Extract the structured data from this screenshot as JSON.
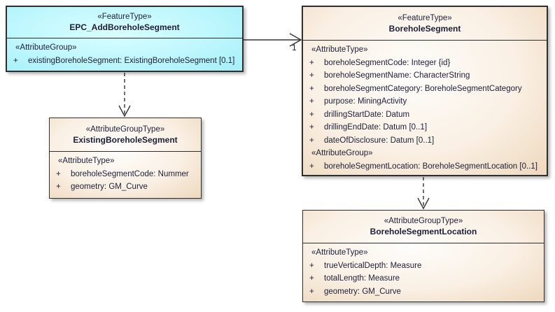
{
  "diagram": {
    "kind": "uml-class-diagram",
    "colors": {
      "feature_fill": "#a4eff8",
      "group_fill": "#eed8bd",
      "border": "#2e2e2e",
      "text": "#1e1e38",
      "background": "#ffffff"
    }
  },
  "boxes": [
    {
      "stereotype": "«FeatureType»",
      "name": "EPC_AddBoreholeSegment",
      "sections": [
        {
          "heading": "«AttributeGroup»",
          "rows": [
            {
              "vis": "+",
              "text": "existingBoreholeSegment: ExistingBoreholeSegment [0.1]"
            }
          ]
        }
      ]
    },
    {
      "stereotype": "«FeatureType»",
      "name": "BoreholeSegment",
      "sections": [
        {
          "heading": "«AttributeType»",
          "rows": [
            {
              "vis": "+",
              "text": "boreholeSegmentCode: Integer {id}"
            },
            {
              "vis": "+",
              "text": "boreholeSegmentName: CharacterString"
            },
            {
              "vis": "+",
              "text": "boreholeSegmentCategory: BoreholeSegmentCategory"
            },
            {
              "vis": "+",
              "text": "purpose: MiningActivity"
            },
            {
              "vis": "+",
              "text": "drillingStartDate: Datum"
            },
            {
              "vis": "+",
              "text": "drillingEndDate: Datum [0..1]"
            },
            {
              "vis": "+",
              "text": "dateOfDisclosure: Datum [0..1]"
            }
          ]
        },
        {
          "heading": "«AttributeGroup»",
          "rows": [
            {
              "vis": "+",
              "text": "boreholeSegmentLocation: BoreholeSegmentLocation [0..1]"
            }
          ]
        }
      ]
    },
    {
      "stereotype": "«AttributeGroupType»",
      "name": "ExistingBoreholeSegment",
      "sections": [
        {
          "heading": "«AttributeType»",
          "rows": [
            {
              "vis": "+",
              "text": "boreholeSegmentCode: Nummer"
            },
            {
              "vis": "+",
              "text": "geometry: GM_Curve"
            }
          ]
        }
      ]
    },
    {
      "stereotype": "«AttributeGroupType»",
      "name": "BoreholeSegmentLocation",
      "sections": [
        {
          "heading": "«AttributeType»",
          "rows": [
            {
              "vis": "+",
              "text": "trueVerticalDepth: Measure"
            },
            {
              "vis": "+",
              "text": "totalLength: Measure"
            },
            {
              "vis": "+",
              "text": "geometry: GM_Curve"
            }
          ]
        }
      ]
    }
  ],
  "connectors": {
    "association": {
      "target_multiplicity": "1"
    }
  }
}
